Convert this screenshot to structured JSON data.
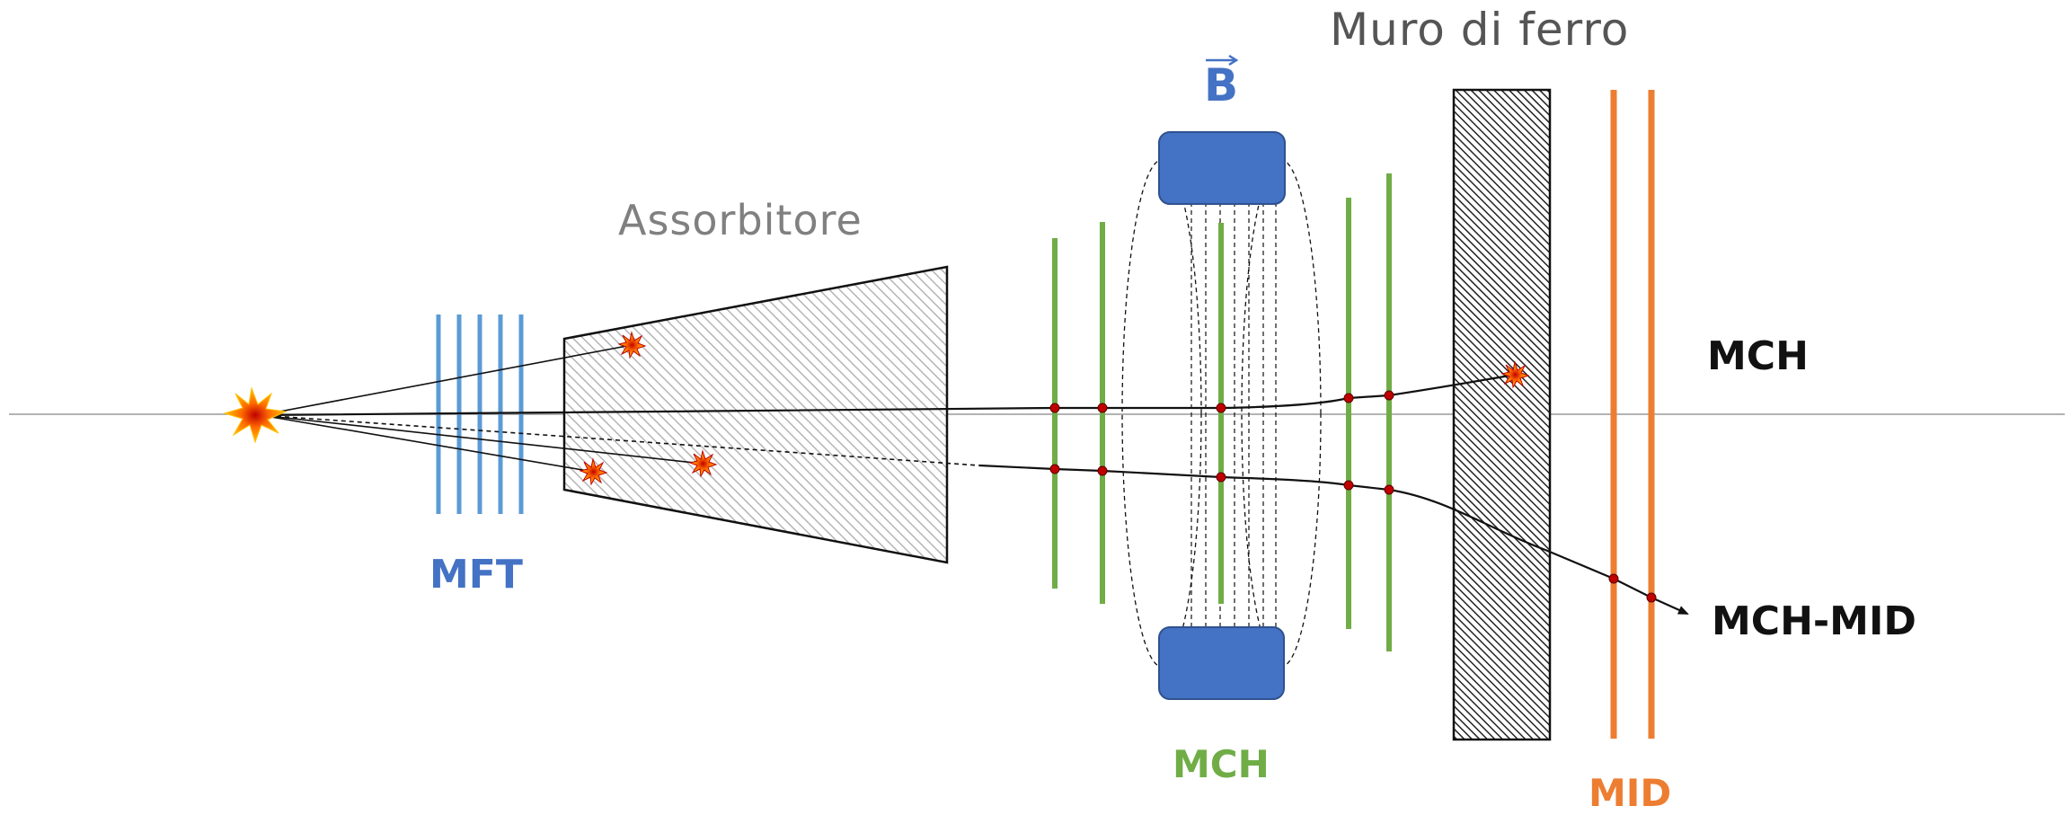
{
  "labels": {
    "title": "Muro di ferro",
    "absorber": "Assorbitore",
    "mft": "MFT",
    "mch_bottom": "MCH",
    "mid": "MID",
    "mch_right": "MCH",
    "mch_mid_right": "MCH-MID",
    "magnetic_field": "B"
  },
  "colors": {
    "mft": "#5B9BD5",
    "mch": "#70AD47",
    "mid": "#ED7D31",
    "magnet": "#4472C4",
    "track_point": "#C00000",
    "beam_axis": "#808080"
  },
  "icons": {
    "vertex": "collision-burst-icon",
    "absorbed": "absorption-burst-icon"
  }
}
